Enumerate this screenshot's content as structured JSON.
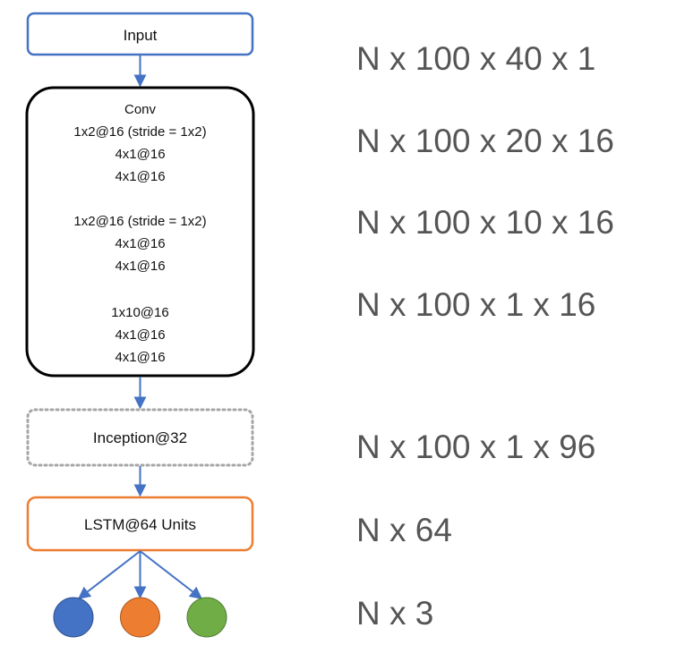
{
  "nodes": {
    "input": "Input",
    "conv": {
      "title": "Conv",
      "block1": [
        "1x2@16 (stride = 1x2)",
        "4x1@16",
        "4x1@16"
      ],
      "block2": [
        "1x2@16 (stride = 1x2)",
        "4x1@16",
        "4x1@16"
      ],
      "block3": [
        "1x10@16",
        "4x1@16",
        "4x1@16"
      ]
    },
    "inception": "Inception@32",
    "lstm": "LSTM@64 Units"
  },
  "shapes": [
    "N x 100 x 40 x 1",
    "N x 100 x 20 x 16",
    "N x 100 x 10 x 16",
    "N x 100 x 1 x 16",
    "N x 100 x 1 x 96",
    "N x 64",
    "N x 3"
  ],
  "outputs": [
    {
      "color": "#4472C4"
    },
    {
      "color": "#ED7D31"
    },
    {
      "color": "#70AD47"
    }
  ],
  "colors": {
    "input_border": "#4472C4",
    "conv_border": "#000000",
    "inception_border": "#A6A6A6",
    "lstm_border": "#ED7D31",
    "arrow": "#4472C4"
  }
}
